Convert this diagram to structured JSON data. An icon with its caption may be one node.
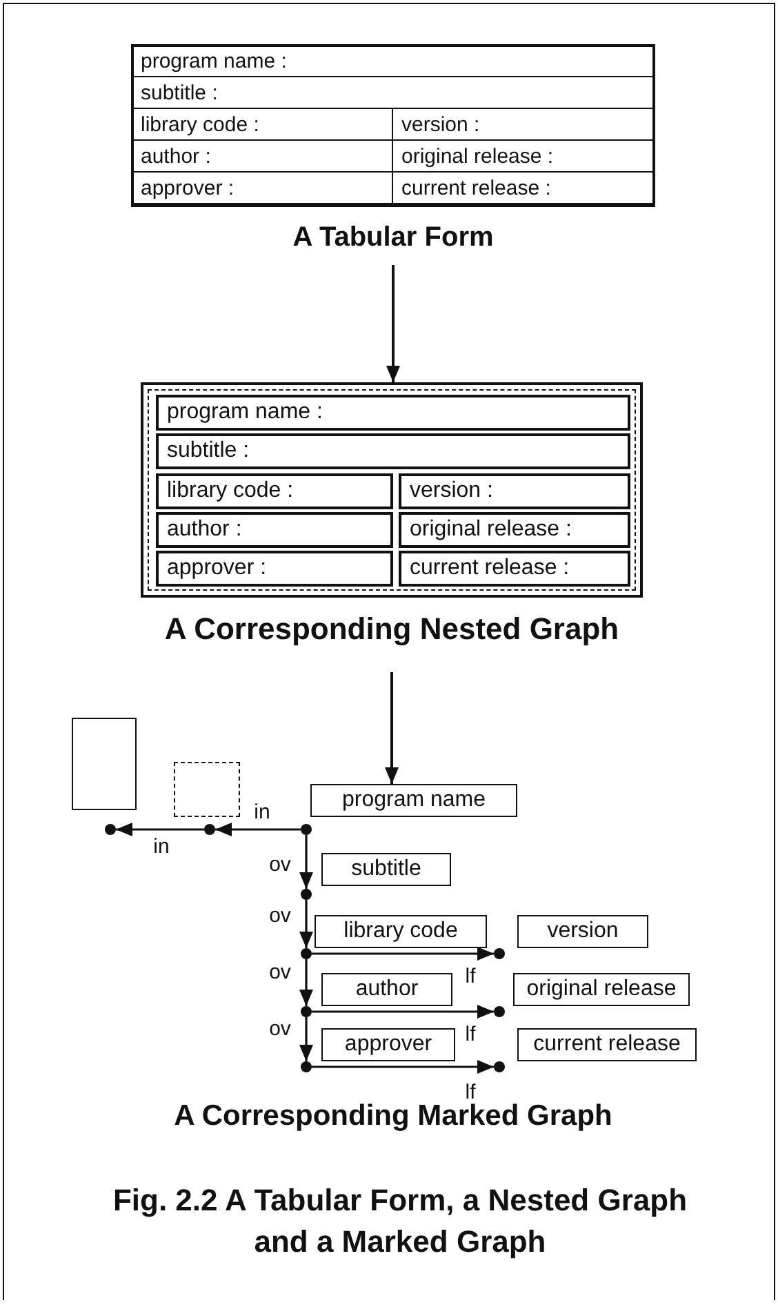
{
  "diagram": {
    "caption": "Fig. 2.2 A Tabular Form, a Nested Graph and a Marked Graph",
    "nodes": [
      {
        "text": [
          "A Tabular Form"
        ]
      },
      {
        "text": [
          "program name :"
        ],
        "in": 0
      },
      {
        "text": [
          "subtitle :"
        ],
        "in": 0
      },
      {
        "text": [
          "library code :"
        ],
        "in": 0
      },
      {
        "text": [
          "version :"
        ],
        "in": 0
      },
      {
        "text": [
          "author :"
        ],
        "in": 0
      },
      {
        "text": [
          "original release :"
        ],
        "in": 0
      },
      {
        "text": [
          "approver :"
        ],
        "in": 0
      },
      {
        "text": [
          "current release :"
        ],
        "in": 0
      },
      {
        "text": [
          "A Corresponding Nested Graph"
        ]
      },
      {
        "text": [],
        "shape": "box",
        "in": 9
      },
      {
        "text": [
          "program name :"
        ],
        "in": 10
      },
      {
        "text": [
          "subtitle :"
        ],
        "in": 10
      },
      {
        "text": [
          "library code :"
        ],
        "in": 10
      },
      {
        "text": [
          "version :"
        ],
        "in": 10
      },
      {
        "text": [
          "author :"
        ],
        "in": 10
      },
      {
        "text": [
          "original release :"
        ],
        "in": 10
      },
      {
        "text": [
          "approver :"
        ],
        "in": 10
      },
      {
        "text": [
          "current release :"
        ],
        "in": 10
      },
      {
        "text": [],
        "shape": "box"
      },
      {
        "text": [],
        "shape": "box"
      },
      {
        "text": [],
        "shape": "dot"
      },
      {
        "text": [],
        "shape": "dot"
      },
      {
        "text": [],
        "shape": "dot"
      },
      {
        "text": [
          "program name"
        ]
      },
      {
        "text": [
          "subtitle"
        ]
      },
      {
        "text": [],
        "shape": "dot"
      },
      {
        "text": [
          "library code"
        ]
      },
      {
        "text": [
          "version"
        ]
      },
      {
        "text": [],
        "shape": "dot"
      },
      {
        "text": [],
        "shape": "dot"
      },
      {
        "text": [
          "author"
        ]
      },
      {
        "text": [
          "original release"
        ]
      },
      {
        "text": [],
        "shape": "dot"
      },
      {
        "text": [],
        "shape": "dot"
      },
      {
        "text": [
          "approver"
        ]
      },
      {
        "text": [
          "current release"
        ]
      },
      {
        "text": [],
        "shape": "dot"
      },
      {
        "text": [],
        "shape": "dot"
      }
    ],
    "edges": [
      {
        "from": 0,
        "to": 9,
        "arrow": "to"
      },
      {
        "from": 9,
        "to": 24,
        "arrow": "to"
      },
      {
        "from": 23,
        "to": 22,
        "arrow": "to",
        "label": "in"
      },
      {
        "from": 22,
        "to": 21,
        "arrow": "to",
        "label": "in"
      },
      {
        "from": 23,
        "to": 26,
        "arrow": "to",
        "label": "ov"
      },
      {
        "from": 26,
        "to": 29,
        "arrow": "to",
        "label": "ov"
      },
      {
        "from": 29,
        "to": 30,
        "arrow": "to",
        "label": "lf"
      },
      {
        "from": 29,
        "to": 33,
        "arrow": "to",
        "label": "ov"
      },
      {
        "from": 33,
        "to": 34,
        "arrow": "to",
        "label": "lf"
      },
      {
        "from": 33,
        "to": 37,
        "arrow": "to",
        "label": "ov"
      },
      {
        "from": 37,
        "to": 38,
        "arrow": "to",
        "label": "lf"
      }
    ],
    "labels": [
      "A Corresponding Marked Graph"
    ]
  }
}
